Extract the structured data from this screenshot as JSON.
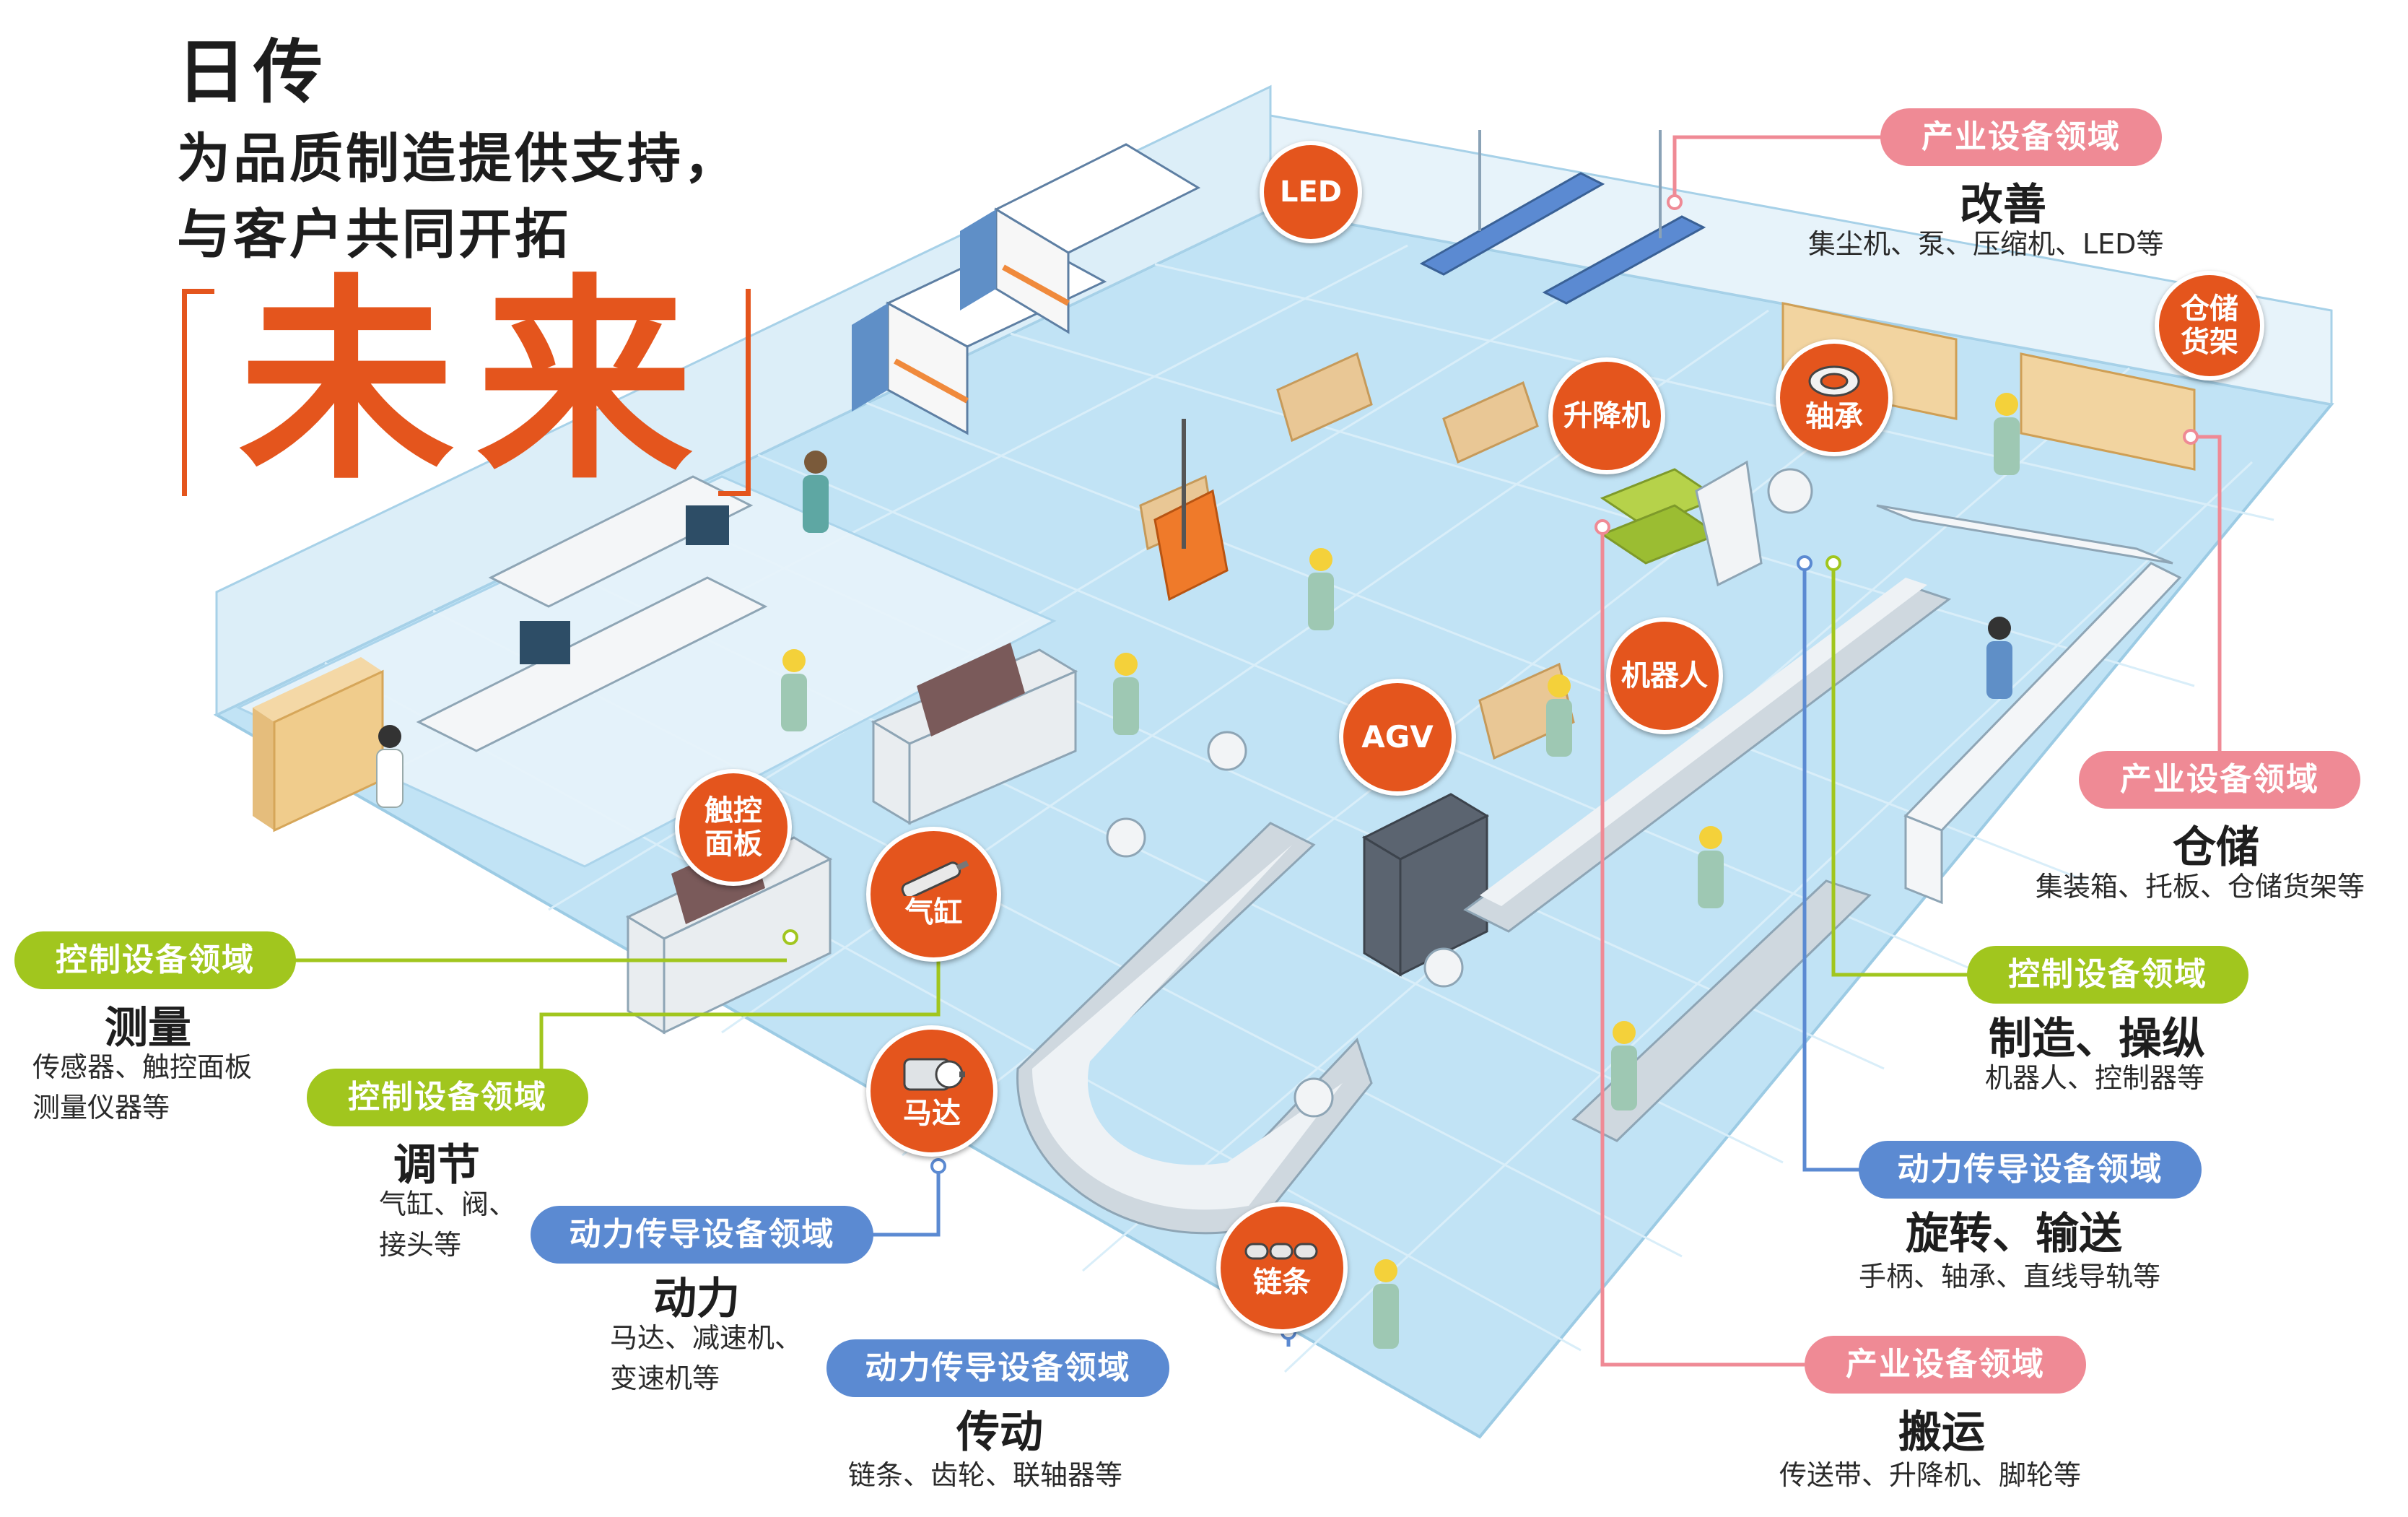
{
  "hero": {
    "brand": "日传",
    "line1": "为品质制造提供支持，",
    "line2": "与客户共同开拓",
    "main": "未来"
  },
  "colors": {
    "accent": "#e4551d",
    "control": "#a1c61e",
    "power": "#5b8ad2",
    "industrial": "#ef8a95",
    "floor": "#bfe2f4"
  },
  "categories": {
    "measure": {
      "domain": "控制设备领域",
      "title": "测量",
      "items": "传感器、触控面板\n测量仪器等"
    },
    "regulate": {
      "domain": "控制设备领域",
      "title": "调节",
      "items": "气缸、阀、\n接头等"
    },
    "power": {
      "domain": "动力传导设备领域",
      "title": "动力",
      "items": "马达、减速机、\n变速机等"
    },
    "transmission": {
      "domain": "动力传导设备领域",
      "title": "传动",
      "items": "链条、齿轮、联轴器等"
    },
    "improve": {
      "domain": "产业设备领域",
      "title": "改善",
      "items": "集尘机、泵、压缩机、LED等"
    },
    "storage": {
      "domain": "产业设备领域",
      "title": "仓储",
      "items": "集装箱、托板、仓储货架等"
    },
    "manufacture": {
      "domain": "控制设备领域",
      "title": "制造、操纵",
      "items": "机器人、控制器等"
    },
    "rotation": {
      "domain": "动力传导设备领域",
      "title": "旋转、输送",
      "items": "手柄、轴承、直线导轨等"
    },
    "transport": {
      "domain": "产业设备领域",
      "title": "搬运",
      "items": "传送带、升降机、脚轮等"
    }
  },
  "bubbles": {
    "led": "LED",
    "lift": "升降机",
    "bearing": "轴承",
    "rack": "仓储\n货架",
    "robot": "机器人",
    "agv": "AGV",
    "touch": "触控\n面板",
    "cylinder": "气缸",
    "motor": "马达",
    "chain": "链条"
  }
}
